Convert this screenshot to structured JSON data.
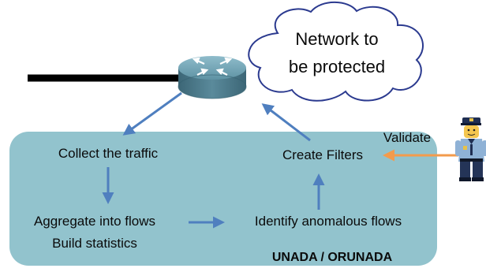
{
  "cloud": {
    "line1": "Network to",
    "line2": "be protected"
  },
  "panel": {
    "title": "UNADA / ORUNADA"
  },
  "steps": {
    "collect": "Collect  the traffic",
    "aggregate_line1": "Aggregate into flows",
    "aggregate_line2": "Build statistics",
    "identify": "Identify anomalous flows",
    "filters": "Create Filters"
  },
  "validate": "Validate",
  "icons": {
    "router": "router-icon",
    "operator": "police-officer-figure-icon",
    "cloud": "cloud-icon"
  },
  "colors": {
    "panel_fill": "#92c3cd",
    "arrow_blue": "#4f7fbf",
    "arrow_orange": "#f39b4c",
    "cloud_stroke": "#2b3a8f",
    "router_body": "#4f7e8e"
  }
}
